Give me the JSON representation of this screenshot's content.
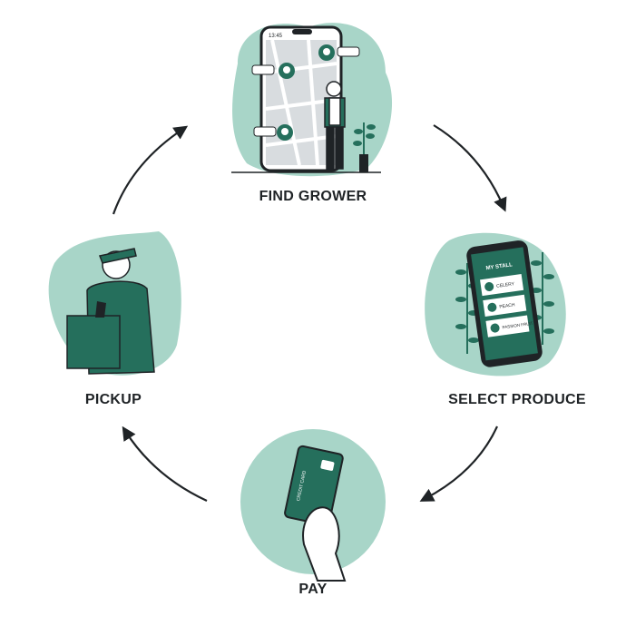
{
  "colors": {
    "accent_dark": "#256f5c",
    "accent_light": "#a8d5c8",
    "ink": "#1f2326",
    "skin": "#ffffff"
  },
  "steps": {
    "find": {
      "label": "FIND GROWER",
      "status_time": "13:45"
    },
    "select": {
      "label": "SELECT PRODUCE",
      "phone_title": "MY STALL",
      "items": [
        "CELERY",
        "PEACH",
        "PASSION FRUIT"
      ]
    },
    "pay": {
      "label": "PAY",
      "card_text": "CREDIT CARD"
    },
    "pickup": {
      "label": "PICKUP"
    }
  },
  "icons": [
    "arrow-icon",
    "map-pin-icon",
    "leaf-icon",
    "credit-card-icon",
    "phone-icon",
    "box-icon"
  ]
}
